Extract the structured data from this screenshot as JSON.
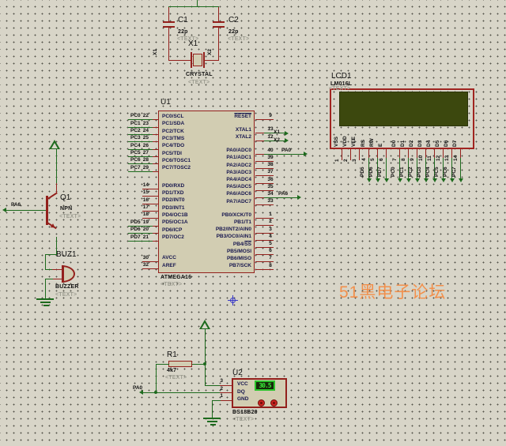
{
  "watermark": "51黑电子论坛",
  "colors": {
    "background": "#d8d5c8",
    "wire_green": "#1d6a1d",
    "pin_red": "#93201c",
    "component_fill": "#d2cdb2",
    "lcd_screen": "#3c480e",
    "placeholder_gray": "#9c9c90",
    "watermark_orange": "#f2904c",
    "display_digit_green": "#38e838",
    "origin_blue": "#3838c8"
  },
  "crystal_circuit": {
    "c1": {
      "ref": "C1",
      "value": "22p",
      "placeholder": "<TEXT>"
    },
    "c2": {
      "ref": "C2",
      "value": "22p",
      "placeholder": "<TEXT>"
    },
    "x1": {
      "ref": "X1",
      "value": "CRYSTAL",
      "placeholder": "<TEXT>",
      "net_left": "X1",
      "net_right": "X2"
    }
  },
  "u1": {
    "ref": "U1",
    "value": "ATMEGA16",
    "placeholder": "<TEXT>",
    "left_groups": [
      {
        "pins": [
          {
            "n": "22",
            "name": "PC0/SCL",
            "label": "PC0"
          },
          {
            "n": "23",
            "name": "PC1/SDA",
            "label": "PC1"
          },
          {
            "n": "24",
            "name": "PC2/TCK",
            "label": "PC2"
          },
          {
            "n": "25",
            "name": "PC3/TMS",
            "label": "PC3"
          },
          {
            "n": "26",
            "name": "PC4/TDO",
            "label": "PC4"
          },
          {
            "n": "27",
            "name": "PC5/TDI",
            "label": "PC5"
          },
          {
            "n": "28",
            "name": "PC6/TOSC1",
            "label": "PC6"
          },
          {
            "n": "29",
            "name": "PC7/TOSC2",
            "label": "PC7"
          }
        ]
      },
      {
        "pins": [
          {
            "n": "14",
            "name": "PD0/RXD"
          },
          {
            "n": "15",
            "name": "PD1/TXD"
          },
          {
            "n": "16",
            "name": "PD2/INT0"
          },
          {
            "n": "17",
            "name": "PD3/INT1"
          },
          {
            "n": "18",
            "name": "PD4/OC1B"
          },
          {
            "n": "19",
            "name": "PD5/OC1A",
            "label": "PD5"
          },
          {
            "n": "20",
            "name": "PD6/ICP",
            "label": "PD6"
          },
          {
            "n": "21",
            "name": "PD7/OC2",
            "label": "PD7"
          }
        ]
      },
      {
        "pins": [
          {
            "n": "30",
            "name": "AVCC"
          },
          {
            "n": "32",
            "name": "AREF"
          }
        ]
      }
    ],
    "right_groups": [
      {
        "pins": [
          {
            "n": "9",
            "name": "",
            "ol": "RESET"
          }
        ]
      },
      {
        "pins": [
          {
            "n": "13",
            "name": "XTAL1",
            "label": "X1"
          },
          {
            "n": "12",
            "name": "XTAL2",
            "label": "X2"
          }
        ]
      },
      {
        "pins": [
          {
            "n": "40",
            "name": "PA0/ADC0",
            "label": "PA0"
          },
          {
            "n": "39",
            "name": "PA1/ADC1"
          },
          {
            "n": "38",
            "name": "PA2/ADC2"
          },
          {
            "n": "37",
            "name": "PA3/ADC3"
          },
          {
            "n": "36",
            "name": "PA4/ADC4"
          },
          {
            "n": "35",
            "name": "PA5/ADC5"
          },
          {
            "n": "34",
            "name": "PA6/ADC6",
            "label": "PA6"
          },
          {
            "n": "33",
            "name": "PA7/ADC7"
          }
        ]
      },
      {
        "pins": [
          {
            "n": "1",
            "name": "PB0/XCK/T0"
          },
          {
            "n": "2",
            "name": "PB1/T1"
          },
          {
            "n": "3",
            "name": "PB2/INT2/AIN0"
          },
          {
            "n": "4",
            "name": "PB3/OC0/AIN1"
          },
          {
            "n": "5",
            "name": "PB4/",
            "ol": "SS"
          },
          {
            "n": "6",
            "name": "PB5/MOSI"
          },
          {
            "n": "7",
            "name": "PB6/MISO"
          },
          {
            "n": "8",
            "name": "PB7/SCK"
          }
        ]
      }
    ]
  },
  "lcd": {
    "ref": "LCD1",
    "value": "LM016L",
    "placeholder": "<TEXT>",
    "pin_groups": [
      {
        "pins": [
          {
            "n": "1",
            "name": "VSS"
          },
          {
            "n": "2",
            "name": "VDD"
          },
          {
            "n": "3",
            "name": "VEE"
          }
        ]
      },
      {
        "pins": [
          {
            "n": "4",
            "name": "RS",
            "label": "PD5"
          },
          {
            "n": "5",
            "name": "RW",
            "label": "PD6"
          },
          {
            "n": "6",
            "name": "E",
            "label": "PD7"
          }
        ]
      },
      {
        "pins": [
          {
            "n": "7",
            "name": "D0",
            "label": "PC0"
          },
          {
            "n": "8",
            "name": "D1",
            "label": "PC1"
          },
          {
            "n": "9",
            "name": "D2",
            "label": "PC2"
          },
          {
            "n": "10",
            "name": "D3",
            "label": "PC3"
          },
          {
            "n": "11",
            "name": "D4",
            "label": "PC4"
          },
          {
            "n": "12",
            "name": "D5",
            "label": "PC5"
          },
          {
            "n": "13",
            "name": "D6",
            "label": "PC6"
          },
          {
            "n": "14",
            "name": "D7",
            "label": "PC7"
          }
        ]
      }
    ]
  },
  "q1": {
    "ref": "Q1",
    "value": "NPN",
    "placeholder": "<TEXT>",
    "base_net": "PA6"
  },
  "buzzer": {
    "ref": "BUZ1",
    "value": "BUZZER",
    "placeholder": "<TEXT>"
  },
  "r1": {
    "ref": "R1",
    "value": "4k7",
    "placeholder": "<TEXT>"
  },
  "u2": {
    "ref": "U2",
    "value": "DS18B20",
    "placeholder": "<TEXT>",
    "display": "30.5",
    "data_net": "PA0",
    "pins": [
      {
        "n": "3",
        "name": "VCC"
      },
      {
        "n": "2",
        "name": "DQ"
      },
      {
        "n": "1",
        "name": "GND"
      }
    ]
  }
}
